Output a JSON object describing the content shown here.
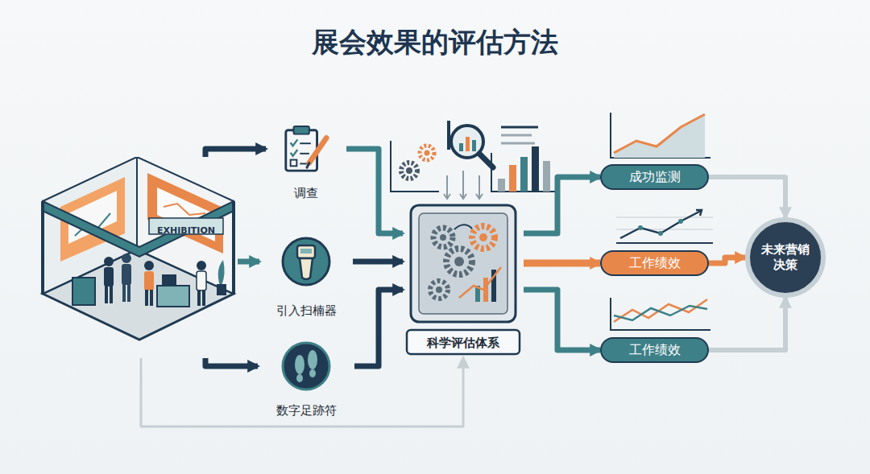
{
  "diagram": {
    "title": "展会效果的评估方法",
    "nodes": [
      {
        "text": [
          "EXHIBITION"
        ]
      },
      {
        "text": [
          "调查"
        ]
      },
      {
        "text": [
          "引入扫楠器"
        ]
      },
      {
        "text": [
          "数字足跡符"
        ]
      },
      {
        "text": [
          "科学评估体系"
        ]
      },
      {
        "text": [
          "成功监测"
        ]
      },
      {
        "text": [
          "工作绩效"
        ]
      },
      {
        "text": [
          "工作绩效"
        ]
      },
      {
        "text": [
          "未来营销 决策"
        ]
      }
    ],
    "edges": [
      {
        "from": 0,
        "to": 1,
        "arrow": "to"
      },
      {
        "from": 0,
        "to": 2,
        "arrow": "to"
      },
      {
        "from": 0,
        "to": 3,
        "arrow": "to"
      },
      {
        "from": 1,
        "to": 4,
        "arrow": "to"
      },
      {
        "from": 2,
        "to": 4,
        "arrow": "to"
      },
      {
        "from": 3,
        "to": 4,
        "arrow": "to"
      },
      {
        "from": 0,
        "to": 4,
        "arrow": "to"
      },
      {
        "from": 4,
        "to": 5,
        "arrow": "to"
      },
      {
        "from": 4,
        "to": 6,
        "arrow": "to"
      },
      {
        "from": 4,
        "to": 7,
        "arrow": "to"
      },
      {
        "from": 5,
        "to": 8,
        "arrow": "to"
      },
      {
        "from": 6,
        "to": 8,
        "arrow": "to"
      },
      {
        "from": 7,
        "to": 8,
        "arrow": "to"
      }
    ]
  }
}
